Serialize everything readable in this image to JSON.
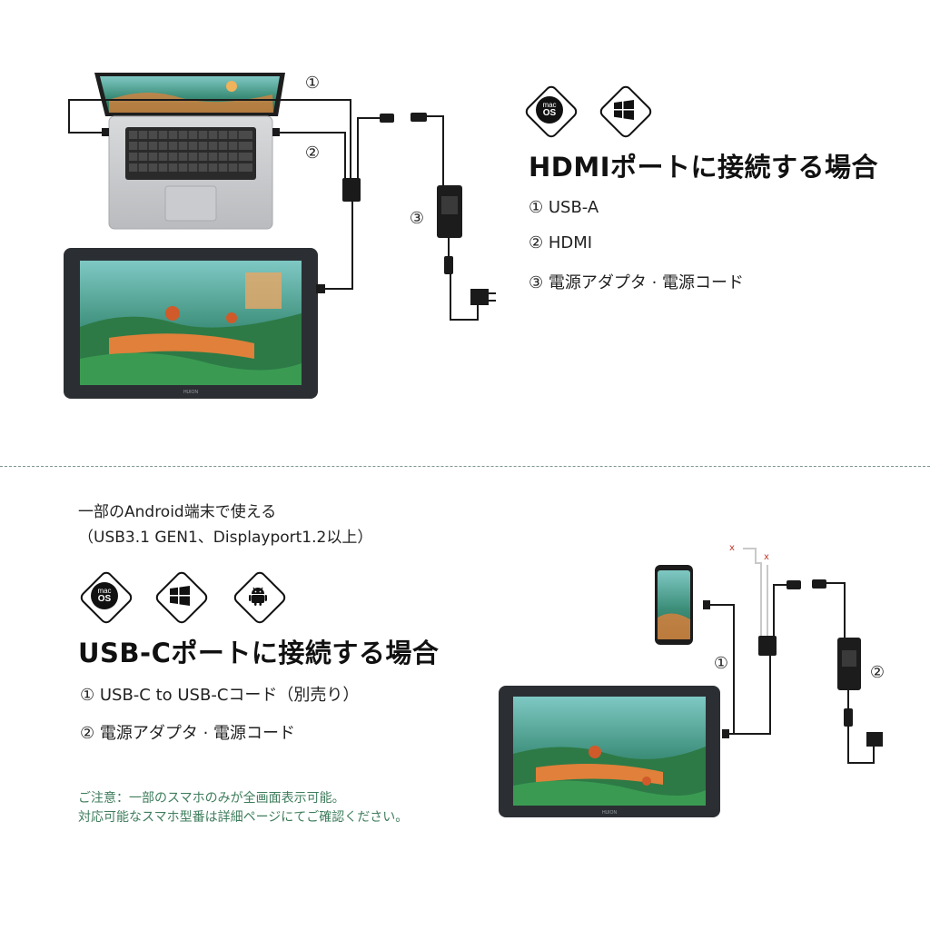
{
  "top_section": {
    "title": "HDMIポートに接続する場合",
    "items": [
      "① USB-A",
      "② HDMI",
      "③ 電源アダプタ · 電源コード"
    ],
    "callouts": [
      "①",
      "②",
      "③"
    ],
    "os_icons": [
      {
        "name": "macos",
        "line1": "mac",
        "line2": "OS"
      },
      {
        "name": "windows"
      }
    ]
  },
  "bottom_section": {
    "intro_line1": "一部のAndroid端末で使える",
    "intro_line2": "（USB3.1 GEN1、Displayport1.2以上）",
    "title": "USB-Cポートに接続する場合",
    "items": [
      "① USB-C to USB-Cコード（別売り）",
      "② 電源アダプタ · 電源コード"
    ],
    "callouts": [
      "①",
      "②"
    ],
    "unused_marks": [
      "x",
      "x"
    ],
    "os_icons": [
      {
        "name": "macos",
        "line1": "mac",
        "line2": "OS"
      },
      {
        "name": "windows"
      },
      {
        "name": "android"
      }
    ],
    "note_line1": "ご注意：一部のスマホのみが全画面表示可能。",
    "note_line2": "対応可能なスマホ型番は詳細ページにてご確認ください。"
  },
  "device": {
    "brand": "HUION"
  },
  "colors": {
    "note_green": "#3f7d5c",
    "divider": "#7d968a",
    "device_body": "#2b2f33",
    "cable": "#1a1a1a"
  }
}
